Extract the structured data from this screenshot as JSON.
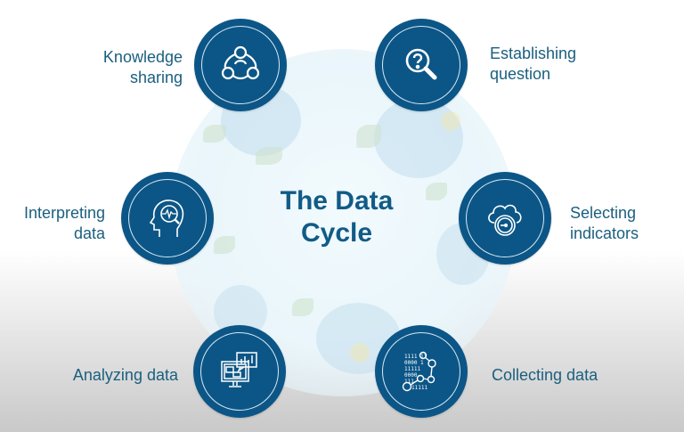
{
  "diagram": {
    "title_line1": "The Data",
    "title_line2": "Cycle",
    "accent_color": "#0c5687",
    "text_color": "#1a5f7f",
    "steps": [
      {
        "id": "knowledge-sharing",
        "line1": "Knowledge",
        "line2": "sharing",
        "icon": "people-network-icon"
      },
      {
        "id": "establishing-question",
        "line1": "Establishing",
        "line2": "question",
        "icon": "magnifier-question-icon"
      },
      {
        "id": "selecting-indicators",
        "line1": "Selecting",
        "line2": "indicators",
        "icon": "cloud-gauge-icon"
      },
      {
        "id": "collecting-data",
        "line1": "Collecting data",
        "line2": "",
        "icon": "binary-data-icon"
      },
      {
        "id": "analyzing-data",
        "line1": "Analyzing data",
        "line2": "",
        "icon": "monitor-chart-icon"
      },
      {
        "id": "interpreting-data",
        "line1": "Interpreting",
        "line2": "data",
        "icon": "head-analysis-icon"
      }
    ]
  }
}
